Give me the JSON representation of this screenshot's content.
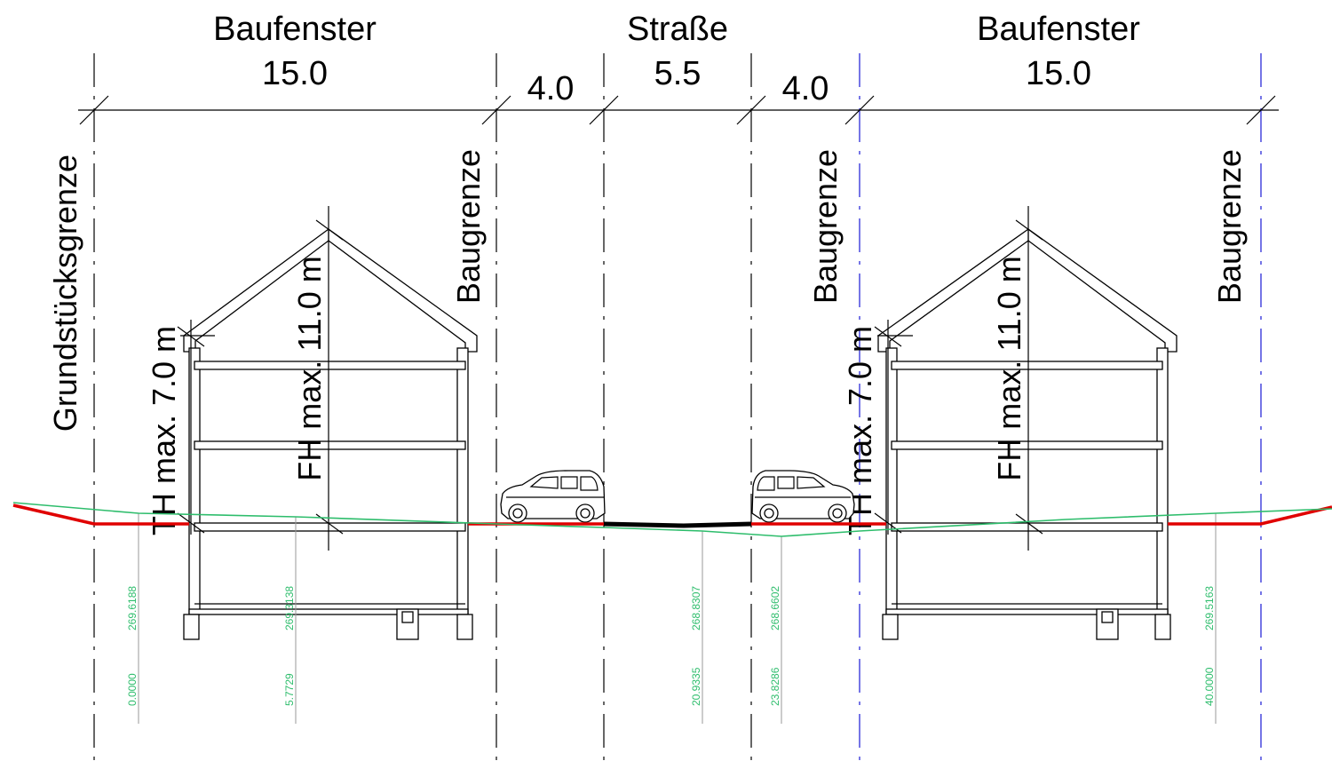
{
  "labels": {
    "zone_left": "Baufenster",
    "zone_middle": "Straße",
    "zone_right": "Baufenster",
    "width_left": "15.0",
    "width_left_verge": "4.0",
    "width_road": "5.5",
    "width_right_verge": "4.0",
    "width_right": "15.0",
    "property_line": "Grundstücksgrenze",
    "building_line_1": "Baugrenze",
    "building_line_2": "Baugrenze",
    "building_line_3": "Baugrenze",
    "eaves_left": "TH max. 7.0 m",
    "ridge_left": "FH max. 11.0 m",
    "eaves_right": "TH max. 7.0 m",
    "ridge_right": "FH max. 11.0 m"
  },
  "survey_points": [
    {
      "elevation": "269.6188",
      "station": "0.0000"
    },
    {
      "elevation": "269.3138",
      "station": "5.7729"
    },
    {
      "elevation": "268.8307",
      "station": "20.9335"
    },
    {
      "elevation": "268.6602",
      "station": "23.8286"
    },
    {
      "elevation": "269.5163",
      "station": "40.0000"
    }
  ],
  "colors": {
    "planned_grade": "#e00000",
    "existing_terrain": "#2ebd6c",
    "building_limit_lines": "#1a1ad6",
    "lines": "#000000"
  }
}
